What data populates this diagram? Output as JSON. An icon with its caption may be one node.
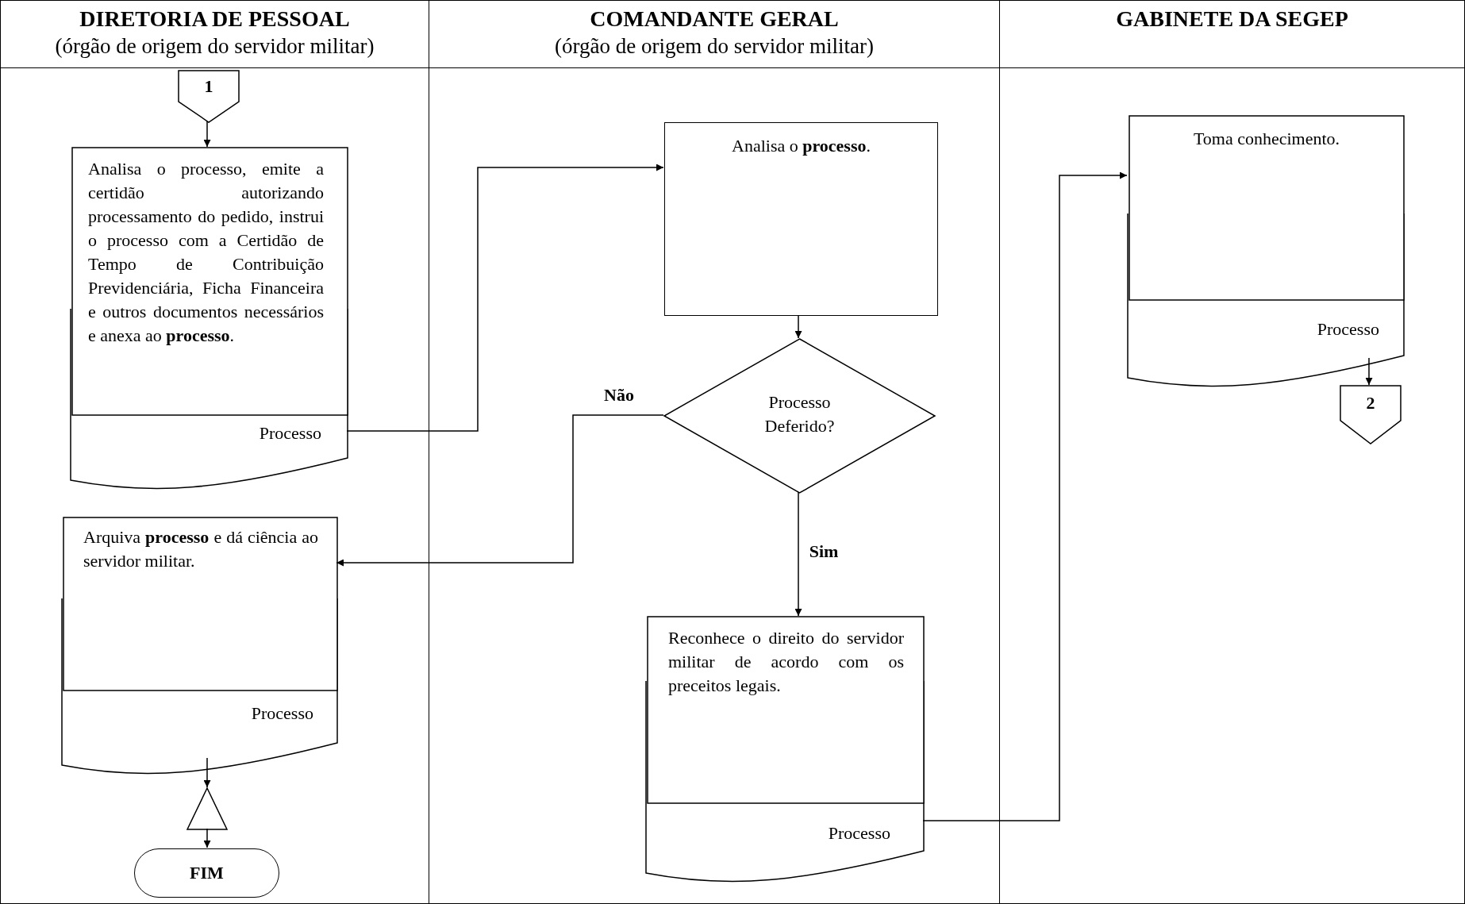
{
  "diagram": {
    "nodes": [
      {
        "text": [
          "DIRETORIA DE PESSOAL",
          "(órgão de origem do servidor militar)"
        ]
      },
      {
        "text": [
          "COMANDANTE GERAL",
          "(órgão de origem do servidor militar)"
        ]
      },
      {
        "text": [
          "GABINETE DA SEGEP"
        ]
      },
      {
        "text": [
          "1"
        ],
        "in": 0
      },
      {
        "text": [
          "Analisa o processo, emite a certidão autorizando processamento do pedido, instrui o processo com a Certidão de Tempo de Contribuição Previdenciária, Ficha Financeira e outros documentos necessários e anexa ao **processo**.",
          "Processo"
        ],
        "in": 0
      },
      {
        "text": [
          "Analisa o **processo**."
        ],
        "in": 1
      },
      {
        "text": [
          "Processo Deferido?"
        ],
        "in": 1
      },
      {
        "text": [
          "Arquiva **processo** e dá ciência ao servidor militar.",
          "Processo"
        ],
        "in": 0
      },
      {
        "text": [],
        "shape": "triangle",
        "in": 0
      },
      {
        "text": [
          "FIM"
        ],
        "in": 0
      },
      {
        "text": [
          "Reconhece o direito do servidor militar de acordo com os preceitos legais.",
          "Processo"
        ],
        "in": 1
      },
      {
        "text": [
          "Toma conhecimento.",
          "Processo"
        ],
        "in": 2
      },
      {
        "text": [
          "2"
        ],
        "in": 2
      }
    ],
    "edges": [
      {
        "from": 3,
        "to": 4,
        "arrow": "to"
      },
      {
        "from": 4,
        "to": 5,
        "arrow": "to"
      },
      {
        "from": 5,
        "to": 6,
        "arrow": "to"
      },
      {
        "from": 6,
        "to": 7,
        "arrow": "to",
        "label": "Não"
      },
      {
        "from": 6,
        "to": 10,
        "arrow": "to",
        "label": "Sim"
      },
      {
        "from": 7,
        "to": 8,
        "arrow": "to"
      },
      {
        "from": 8,
        "to": 9,
        "arrow": "to"
      },
      {
        "from": 10,
        "to": 11,
        "arrow": "to"
      },
      {
        "from": 11,
        "to": 12,
        "arrow": "to"
      }
    ]
  }
}
